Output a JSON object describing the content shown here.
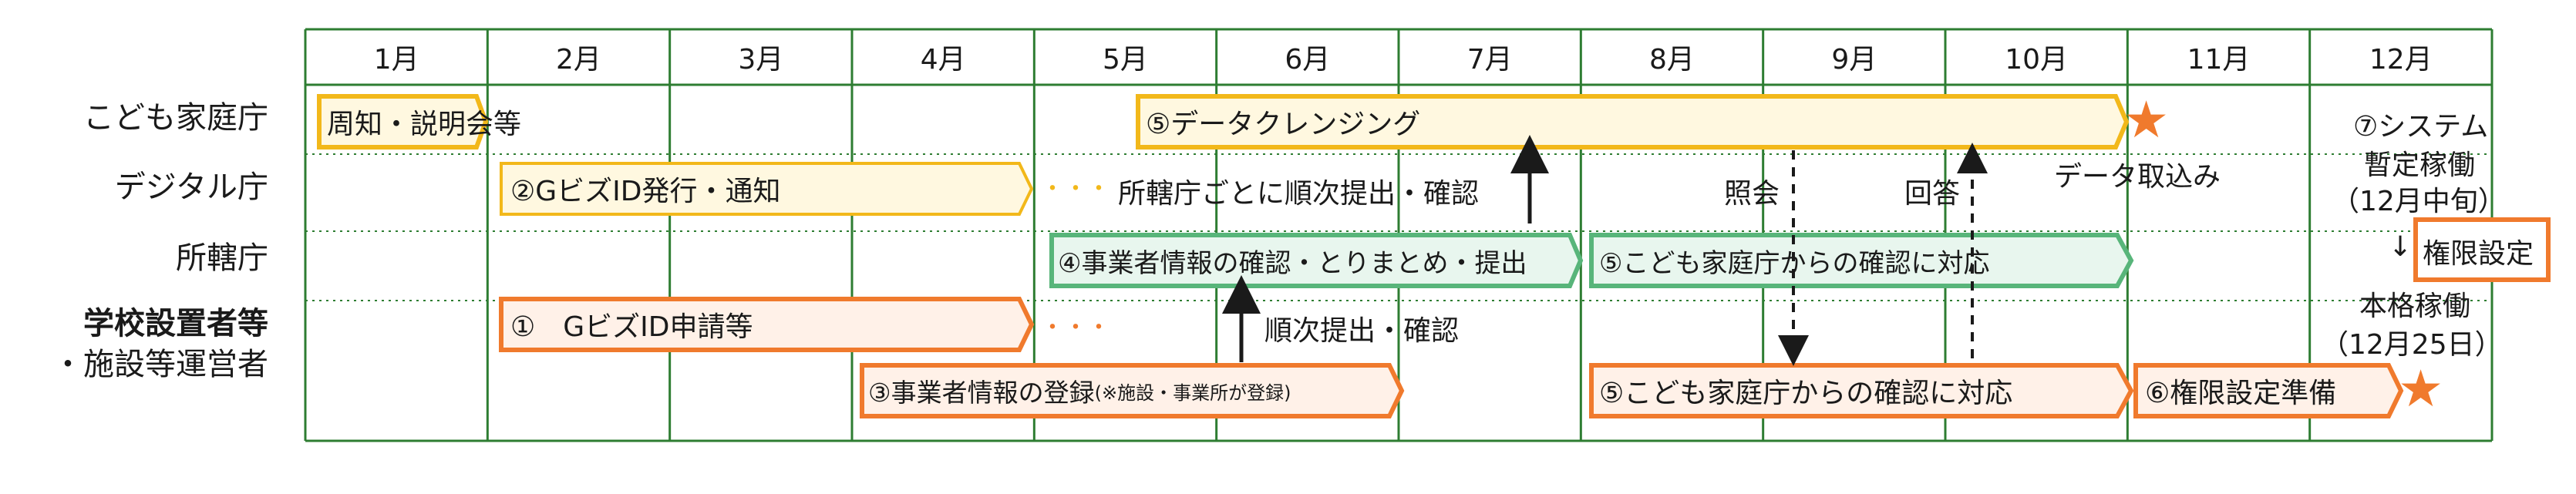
{
  "colors": {
    "grid": "#2e7d32",
    "yellow_border": "#f2b81a",
    "yellow_fill": "#fff8e0",
    "orange_border": "#f07a2d",
    "orange_fill": "#fff1e8",
    "green_border": "#58b57a",
    "green_fill": "#e8f6ee",
    "star": "#f07a2d",
    "text": "#1a1a1a"
  },
  "months": [
    "1月",
    "2月",
    "3月",
    "4月",
    "5月",
    "6月",
    "7月",
    "8月",
    "9月",
    "10月",
    "11月",
    "12月"
  ],
  "rows": [
    {
      "label": "こども家庭庁"
    },
    {
      "label": "デジタル庁"
    },
    {
      "label": "所轄庁"
    },
    {
      "label_line1": "学校設置者等",
      "label_line2": "・施設等運営者"
    }
  ],
  "bars": {
    "notice": "周知・説明会等",
    "cleansing": "⑤データクレンジング",
    "gbiz_issue": "②GビズID発行・通知",
    "confirm": "④事業者情報の確認・とりまとめ・提出",
    "cfa_reply_agency": "⑤こども家庭庁からの確認に対応",
    "gbiz_apply": "①　GビズID申請等",
    "register": "③事業者情報の登録",
    "register_note": "(※施設・事業所が登録)",
    "cfa_reply_operator": "⑤こども家庭庁からの確認に対応",
    "perm_prep": "⑥権限設定準備"
  },
  "labels": {
    "dots1": "・・・",
    "dots2": "・・・",
    "submit1": "所轄庁ごとに順次提出・確認",
    "submit2": "順次提出・確認",
    "inquiry": "照会",
    "reply": "回答",
    "data_import": "データ取込み",
    "system1": "⑦システム",
    "system2": "暫定稼働",
    "system3": "（12月中旬）",
    "perm_arrow": "↓",
    "perm_set": "権限設定",
    "full1": "本格稼働",
    "full2": "（12月25日）",
    "star": "★"
  }
}
